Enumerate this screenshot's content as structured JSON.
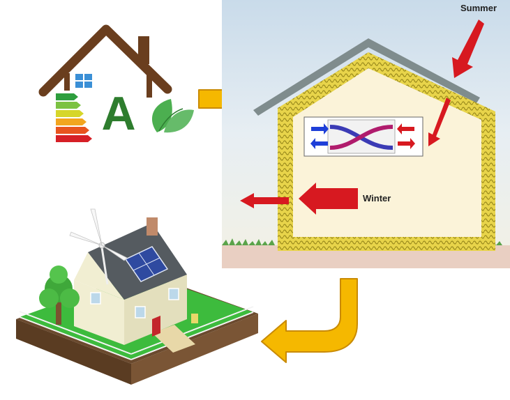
{
  "labels": {
    "summer": "Summer",
    "winter": "Winter",
    "energy_grade": "A"
  },
  "colors": {
    "house_brown": "#6a3e1e",
    "energy_green": "#2e7d2e",
    "arrow_yellow": "#f5b800",
    "arrow_outline": "#c98a00",
    "heat_red": "#d71920",
    "insulation_yellow": "#e8d44a",
    "roof_gray": "#7f8c8d",
    "grass_green": "#3dbb3d"
  },
  "icons": {
    "energy_house": "energy-efficient-house-icon",
    "leaves": "leaves-icon",
    "heat_exchanger": "heat-recovery-ventilation-icon",
    "wind_turbine": "wind-turbine-icon",
    "solar_panel": "solar-panel-icon"
  }
}
